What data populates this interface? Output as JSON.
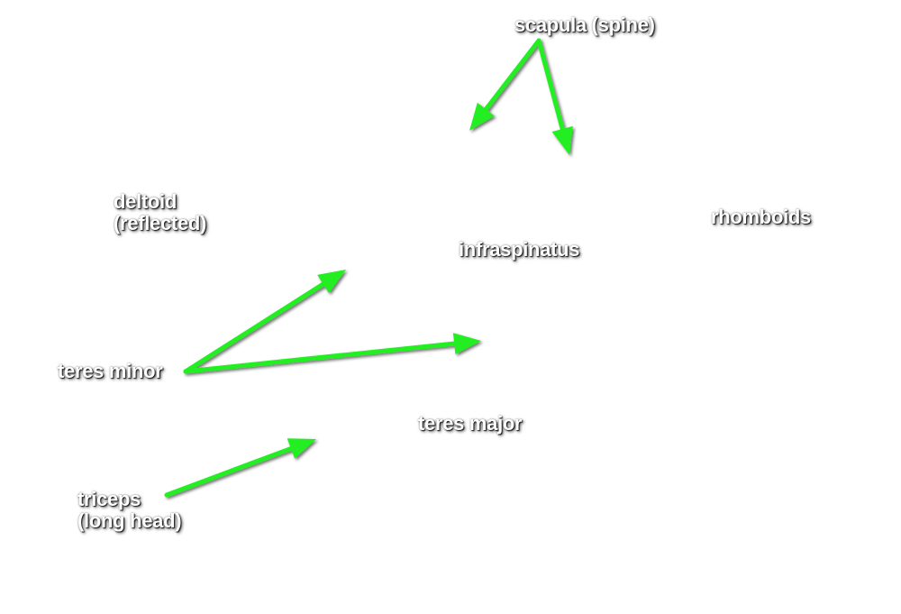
{
  "labels": {
    "scapula": "scapula (spine)",
    "deltoid_line1": "deltoid",
    "deltoid_line2": "(reflected)",
    "rhomboids": "rhomboids",
    "infraspinatus": "infraspinatus",
    "teres_minor": "teres minor",
    "teres_major": "teres major",
    "triceps_line1": "triceps",
    "triceps_line2": "(long head)"
  },
  "colors": {
    "arrow": "#22ee22",
    "label_text": "#ffffff",
    "label_shadow": "#000000",
    "background": "#ffffff"
  }
}
